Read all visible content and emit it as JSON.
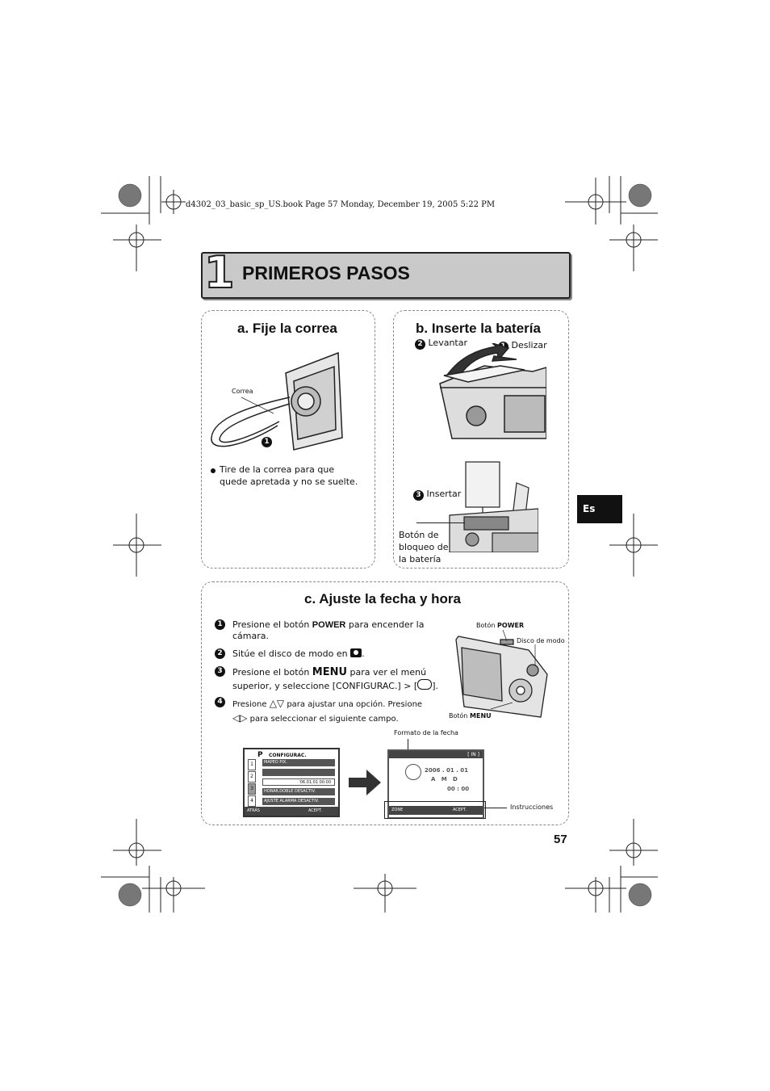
{
  "header": {
    "file_line": "d4302_03_basic_sp_US.book  Page 57  Monday, December 19, 2005  5:22 PM"
  },
  "chapter": {
    "number": "1",
    "title": "PRIMEROS PASOS"
  },
  "section_a": {
    "title": "a. Fije la correa",
    "callout_strap": "Correa",
    "step_marker": "1",
    "bullet": "Tire de la correa para que quede apretada y no se suelte."
  },
  "section_b": {
    "title": "b. Inserte la batería",
    "step1_label": "Deslizar",
    "step2_label": "Levantar",
    "step3_label": "Insertar",
    "lock_button_label": "Botón de bloqueo de la batería"
  },
  "section_c": {
    "title": "c. Ajuste la fecha y hora",
    "steps": [
      {
        "num": "1",
        "before": "Presione el botón ",
        "key": "POWER",
        "after": " para encender la cámara."
      },
      {
        "num": "2",
        "before": "Sitúe el disco de modo en ",
        "key": "",
        "after": "."
      },
      {
        "num": "3",
        "before": "Presione el botón ",
        "key": "MENU",
        "after": " para ver el menú superior, y seleccione [CONFIGURAC.] > [",
        "after2": "]."
      },
      {
        "num": "4",
        "before": "Presione ",
        "key": "",
        "after": " para ajustar una opción. Presione",
        "line2": " para seleccionar el siguiente campo."
      }
    ],
    "power_label_prefix": "Botón ",
    "power_label_key": "POWER",
    "mode_dial_label": "Disco de modo",
    "menu_label_prefix": "Botón ",
    "menu_label_key": "MENU",
    "date_format_label": "Formato de la fecha",
    "instructions_label": "Instrucciones",
    "screen1": {
      "mode": "P",
      "title": "CONFIGURAC.",
      "tabs": [
        "1",
        "2",
        "3",
        "4"
      ],
      "rows": [
        "MAPEO PIX.",
        "",
        "'06.01.01 00:00",
        "HORAR.DOBLE   DESACTIV.",
        "AJUSTE ALARMA  DESACTIV."
      ],
      "footer_left": "ATRÁS",
      "footer_right": "ACEPT."
    },
    "screen2": {
      "top_right": "[ IN ]",
      "date": "2006 . 01 . 01",
      "format": "A   M   D",
      "time": "00 : 00",
      "footer_left": "ZONE",
      "footer_right": "ACEPT."
    }
  },
  "tab": {
    "label": "Es"
  },
  "page": {
    "number": "57"
  }
}
